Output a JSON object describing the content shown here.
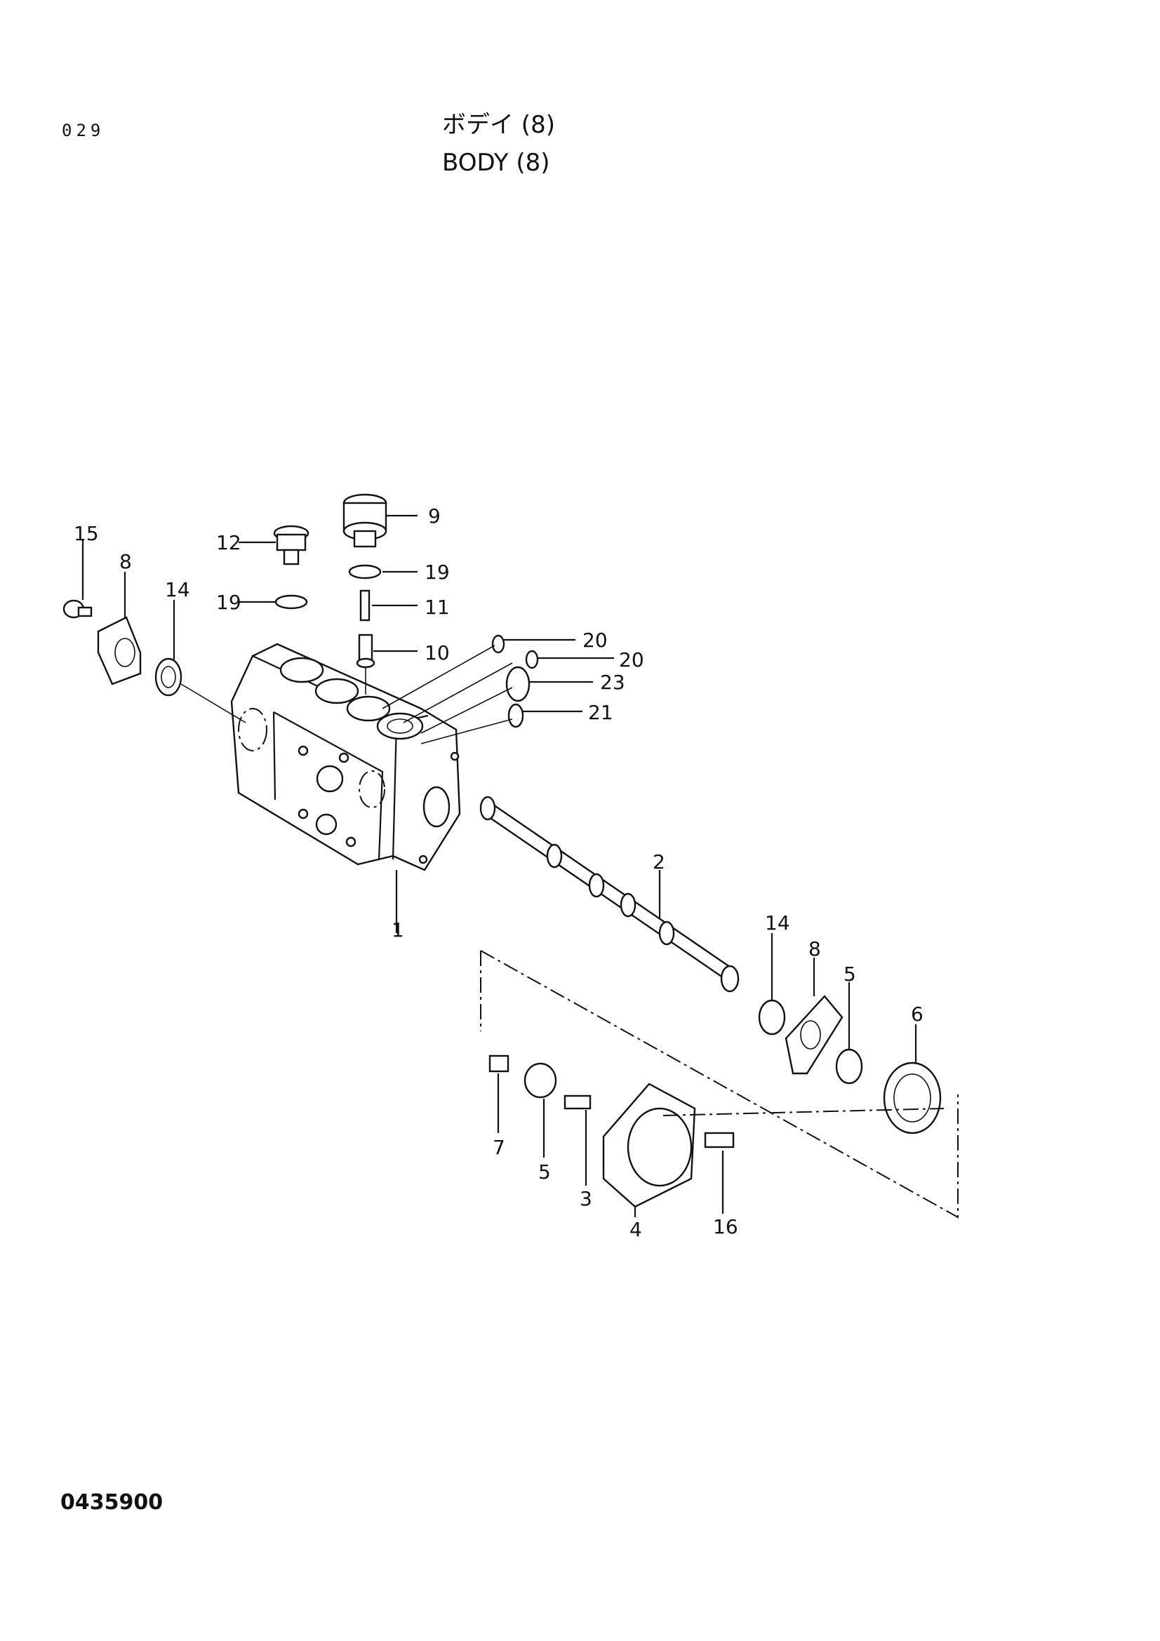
{
  "header": {
    "page_number": "029",
    "title_jp": "ボデイ (8)",
    "title_en": "BODY (8)"
  },
  "footer": {
    "reference_code": "0435900"
  },
  "callouts": {
    "p1": "1",
    "p2": "2",
    "p3": "3",
    "p4": "4",
    "p5a": "5",
    "p5b": "5",
    "p6": "6",
    "p7": "7",
    "p8a": "8",
    "p8b": "8",
    "p9": "9",
    "p10": "10",
    "p11": "11",
    "p12": "12",
    "p14a": "14",
    "p14b": "14",
    "p15": "15",
    "p16": "16",
    "p19a": "19",
    "p19b": "19",
    "p20a": "20",
    "p20b": "20",
    "p21": "21",
    "p23": "23"
  }
}
